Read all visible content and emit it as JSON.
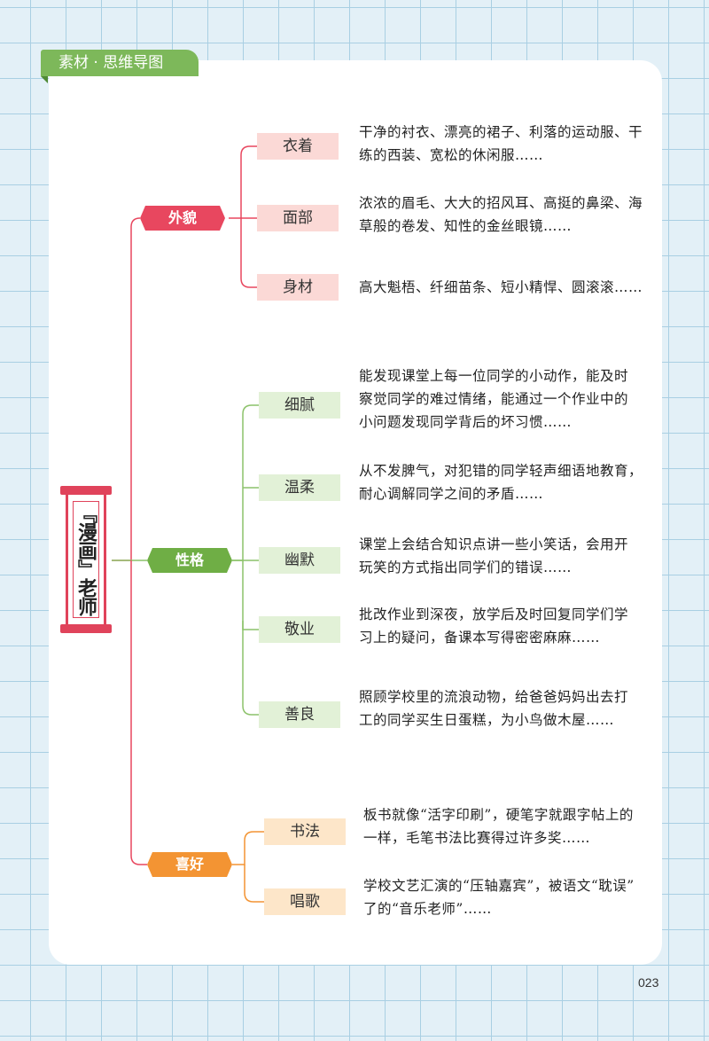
{
  "section_label": "素材 · 思维导图",
  "root_label": "『漫画』老师",
  "page_number": "023",
  "colors": {
    "appearance": "#e8475f",
    "personality": "#6fae45",
    "hobby": "#f39433",
    "appearance_light": "#fbd9d6",
    "personality_light": "#e2f1d7",
    "hobby_light": "#fde6c9"
  },
  "branches": {
    "appearance": {
      "label": "外貌",
      "items": [
        {
          "label": "衣着",
          "desc": [
            "干净的衬衣、漂亮的裙子、利落的运动服、干",
            "练的西装、宽松的休闲服……"
          ]
        },
        {
          "label": "面部",
          "desc": [
            "浓浓的眉毛、大大的招风耳、高挺的鼻梁、海",
            "草般的卷发、知性的金丝眼镜……"
          ]
        },
        {
          "label": "身材",
          "desc": [
            "高大魁梧、纤细苗条、短小精悍、圆滚滚……"
          ]
        }
      ]
    },
    "personality": {
      "label": "性格",
      "items": [
        {
          "label": "细腻",
          "desc": [
            "能发现课堂上每一位同学的小动作，能及时",
            "察觉同学的难过情绪，能通过一个作业中的",
            "小问题发现同学背后的坏习惯……"
          ]
        },
        {
          "label": "温柔",
          "desc": [
            "从不发脾气，对犯错的同学轻声细语地教育，",
            "耐心调解同学之间的矛盾……"
          ]
        },
        {
          "label": "幽默",
          "desc": [
            "课堂上会结合知识点讲一些小笑话，会用开",
            "玩笑的方式指出同学们的错误……"
          ]
        },
        {
          "label": "敬业",
          "desc": [
            "批改作业到深夜，放学后及时回复同学们学",
            "习上的疑问，备课本写得密密麻麻……"
          ]
        },
        {
          "label": "善良",
          "desc": [
            "照顾学校里的流浪动物，给爸爸妈妈出去打",
            "工的同学买生日蛋糕，为小鸟做木屋……"
          ]
        }
      ]
    },
    "hobby": {
      "label": "喜好",
      "items": [
        {
          "label": "书法",
          "desc": [
            "板书就像“活字印刷”，硬笔字就跟字帖上的",
            "一样，毛笔书法比赛得过许多奖……"
          ]
        },
        {
          "label": "唱歌",
          "desc": [
            "学校文艺汇演的“压轴嘉宾”，被语文“耽误”",
            "了的“音乐老师”……"
          ]
        }
      ]
    }
  }
}
